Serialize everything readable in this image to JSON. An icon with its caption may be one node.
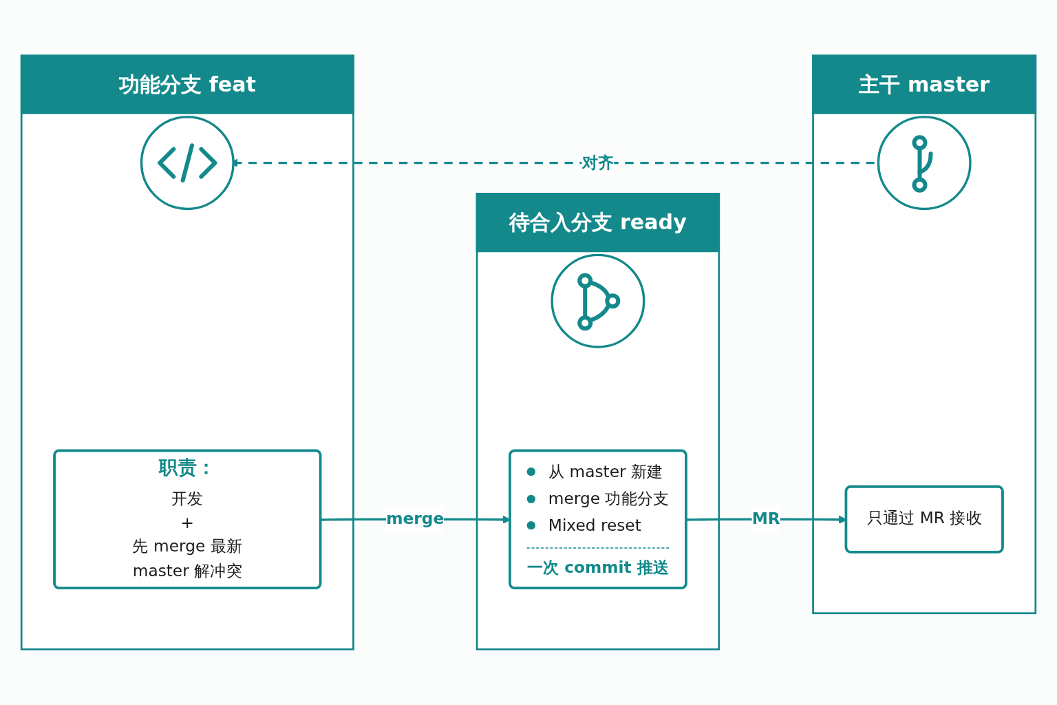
{
  "diagram": {
    "nodes": [
      {
        "text": [
          "功能分支 feat"
        ]
      },
      {
        "text": [],
        "shape": "circle",
        "in": 0
      },
      {
        "text": [
          "职责：",
          "开发",
          "+",
          "先 merge 最新 master 解冲突"
        ],
        "in": 0
      },
      {
        "text": [
          "待合入分支 ready"
        ]
      },
      {
        "text": [],
        "shape": "circle",
        "in": 3
      },
      {
        "text": [
          "从 master 新建",
          "merge 功能分支",
          "Mixed reset",
          "一次 commit 推送"
        ],
        "in": 3
      },
      {
        "text": [
          "主干 master"
        ]
      },
      {
        "text": [],
        "shape": "circle",
        "in": 6
      },
      {
        "text": [
          "只通过 MR 接收"
        ],
        "in": 6
      }
    ],
    "edges": [
      {
        "from": 2,
        "to": 5,
        "arrow": "to",
        "label": "merge"
      },
      {
        "from": 5,
        "to": 8,
        "arrow": "to",
        "label": "MR"
      },
      {
        "from": 7,
        "to": 1,
        "arrow": "to",
        "label": "对齐",
        "style": "dashed"
      }
    ]
  }
}
